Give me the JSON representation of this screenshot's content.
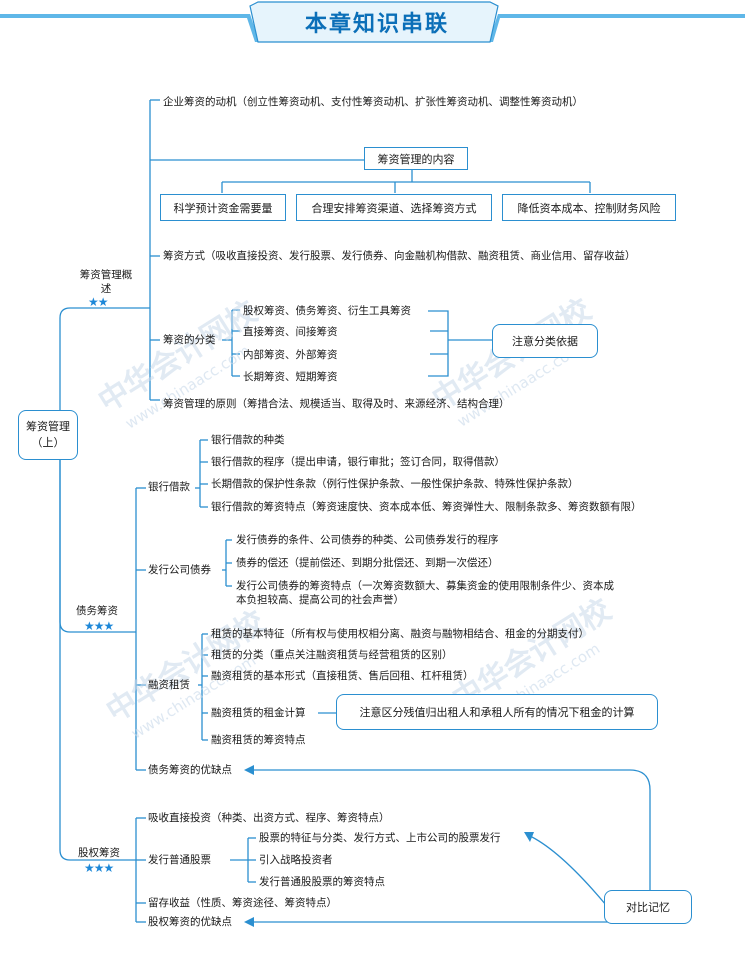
{
  "title": "本章知识串联",
  "root": "筹资管理（上）",
  "sections": {
    "overview": {
      "label": "筹资管理概述",
      "stars": "★★",
      "motive": "企业筹资的动机（创立性筹资动机、支付性筹资动机、扩张性筹资动机、调整性筹资动机）",
      "content_title": "筹资管理的内容",
      "content_items": [
        "科学预计资金需要量",
        "合理安排筹资渠道、选择筹资方式",
        "降低资本成本、控制财务风险"
      ],
      "methods": "筹资方式（吸收直接投资、发行股票、发行债券、向金融机构借款、融资租赁、商业信用、留存收益）",
      "classification": "筹资的分类",
      "class_items": [
        "股权筹资、债务筹资、衍生工具筹资",
        "直接筹资、间接筹资",
        "内部筹资、外部筹资",
        "长期筹资、短期筹资"
      ],
      "class_note": "注意分类依据",
      "principles": "筹资管理的原则（筹措合法、规模适当、取得及时、来源经济、结构合理）"
    },
    "debt": {
      "label": "债务筹资",
      "stars": "★★★",
      "bank_loan": "银行借款",
      "bank_items": [
        "银行借款的种类",
        "银行借款的程序（提出申请，银行审批；签订合同，取得借款）",
        "长期借款的保护性条款（例行性保护条款、一般性保护条款、特殊性保护条款）",
        "银行借款的筹资特点（筹资速度快、资本成本低、筹资弹性大、限制条款多、筹资数额有限）"
      ],
      "bond": "发行公司债券",
      "bond_items": [
        "发行债券的条件、公司债券的种类、公司债券发行的程序",
        "债券的偿还（提前偿还、到期分批偿还、到期一次偿还）",
        "发行公司债券的筹资特点（一次筹资数额大、募集资金的使用限制条件少、资本成",
        "本负担较高、提高公司的社会声誉）"
      ],
      "lease": "融资租赁",
      "lease_items": [
        "租赁的基本特征（所有权与使用权相分离、融资与融物相结合、租金的分期支付）",
        "租赁的分类（重点关注融资租赁与经营租赁的区别）",
        "融资租赁的基本形式（直接租赁、售后回租、杠杆租赁）",
        "融资租赁的租金计算",
        "融资租赁的筹资特点"
      ],
      "lease_note": "注意区分残值归出租人和承租人所有的情况下租金的计算",
      "pros_cons": "债务筹资的优缺点"
    },
    "equity": {
      "label": "股权筹资",
      "stars": "★★★",
      "direct": "吸收直接投资（种类、出资方式、程序、筹资特点）",
      "stock": "发行普通股票",
      "stock_items": [
        "股票的特征与分类、发行方式、上市公司的股票发行",
        "引入战略投资者",
        "发行普通股股票的筹资特点"
      ],
      "retained": "留存收益（性质、筹资途径、筹资特点）",
      "pros_cons": "股权筹资的优缺点",
      "compare_note": "对比记忆"
    }
  },
  "watermark": "中华会计网校",
  "watermark_url": "www.chinaacc.com",
  "colors": {
    "accent": "#2b8fd0",
    "title": "#0b6fb8"
  }
}
